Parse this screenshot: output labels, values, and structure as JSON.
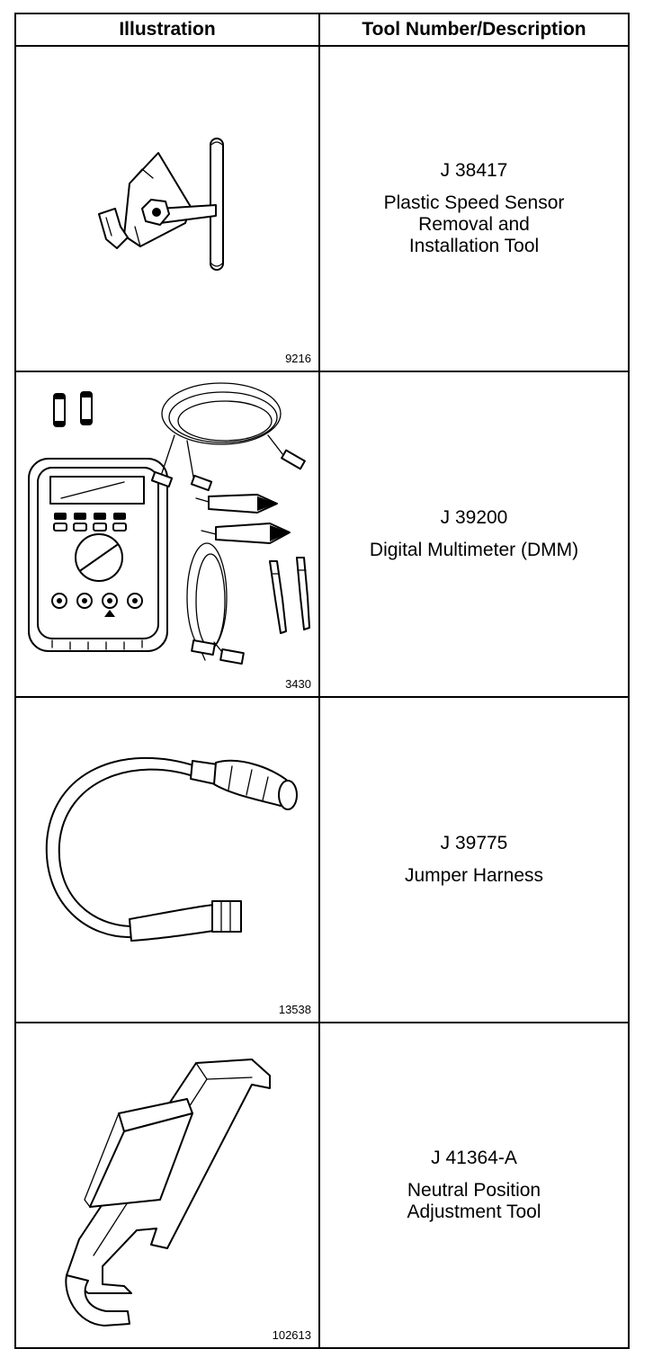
{
  "table": {
    "header_illustration": "Illustration",
    "header_tool": "Tool Number/Description",
    "rows": [
      {
        "figure_number": "9216",
        "tool_number": "J 38417",
        "description": "Plastic Speed Sensor\nRemoval and\nInstallation Tool",
        "icon": "speed-sensor-tool-icon"
      },
      {
        "figure_number": "3430",
        "tool_number": "J 39200",
        "description": "Digital Multimeter (DMM)",
        "icon": "multimeter-icon"
      },
      {
        "figure_number": "13538",
        "tool_number": "J 39775",
        "description": "Jumper Harness",
        "icon": "jumper-harness-icon"
      },
      {
        "figure_number": "102613",
        "tool_number": "J 41364-A",
        "description": "Neutral Position\nAdjustment Tool",
        "icon": "adjustment-tool-icon"
      }
    ]
  }
}
